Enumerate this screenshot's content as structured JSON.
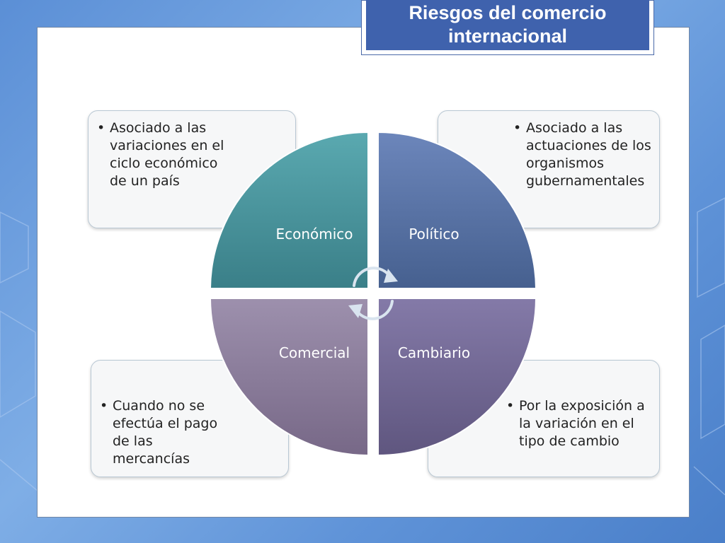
{
  "title": "Riesgos del comercio internacional",
  "quadrants": [
    {
      "label": "Económico",
      "color": "#3f8f98"
    },
    {
      "label": "Político",
      "color": "#4f6aa3"
    },
    {
      "label": "Comercial",
      "color": "#87779a"
    },
    {
      "label": "Cambiario",
      "color": "#6b6294"
    }
  ],
  "descriptions": {
    "top_left": "Asociado a las variaciones en el ciclo económico de un país",
    "top_right": "Asociado a las actuaciones de los organismos gubernamentales",
    "bottom_left": "Cuando no se efectúa el pago de las mercancías",
    "bottom_right": "Por la exposición a la variación en el tipo de cambio"
  },
  "bullet_glyph": "•"
}
